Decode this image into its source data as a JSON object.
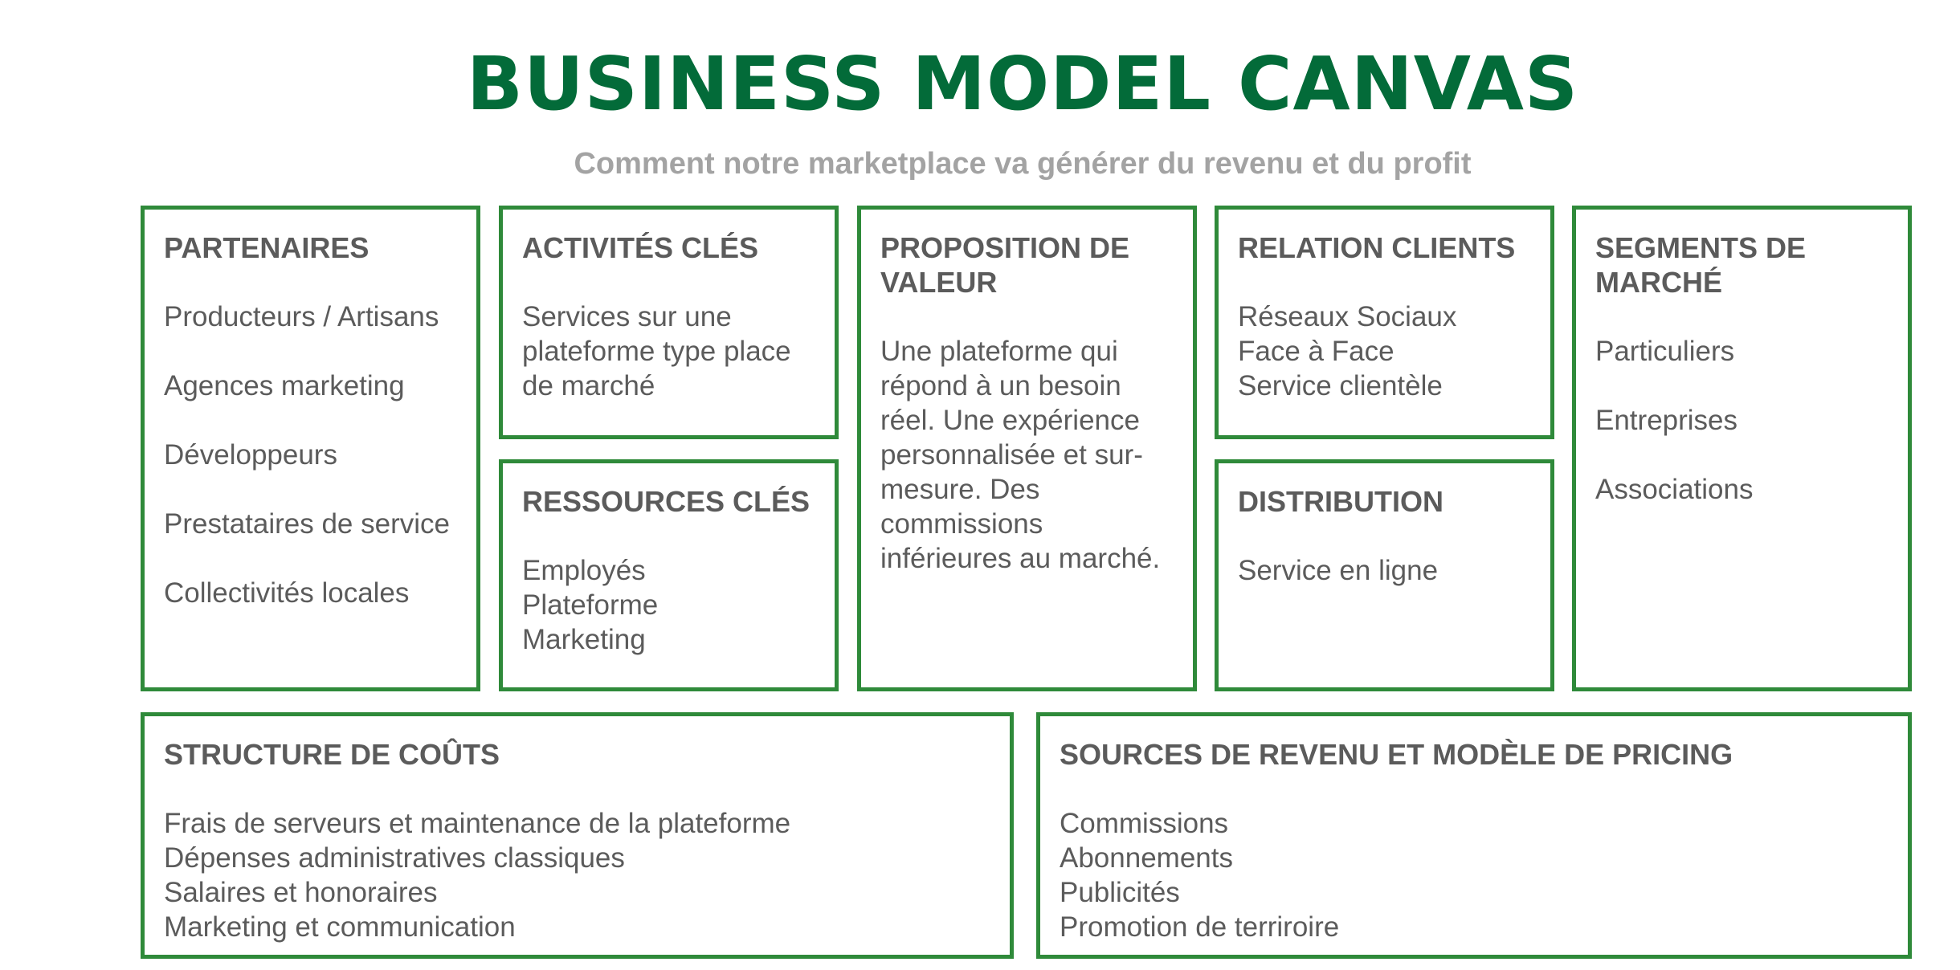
{
  "header": {
    "title": "BUSINESS MODEL CANVAS",
    "subtitle": "Comment notre marketplace va générer du revenu et du profit"
  },
  "colors": {
    "title_green": "#036b39",
    "border_green": "#2f8a3a",
    "text_gray": "#5b5b5b",
    "subtitle_gray": "#a3a3a3"
  },
  "canvas": {
    "partners": {
      "title": "PARTENAIRES",
      "items": [
        "Producteurs / Artisans",
        "Agences marketing",
        "Développeurs",
        "Prestataires de service",
        "Collectivités locales"
      ]
    },
    "activities": {
      "title": "ACTIVITÉS CLÉS",
      "items": [
        "Services sur une plateforme type place de marché"
      ]
    },
    "resources": {
      "title": "RESSOURCES CLÉS",
      "items": [
        "Employés",
        "Plateforme",
        "Marketing"
      ]
    },
    "value": {
      "title": "PROPOSITION DE VALEUR",
      "text": "Une plateforme qui répond à un besoin réel. Une expérience personnalisée et sur-mesure. Des commissions inférieures au marché."
    },
    "relations": {
      "title": "RELATION CLIENTS",
      "items": [
        "Réseaux Sociaux",
        "Face à Face",
        "Service clientèle"
      ]
    },
    "distribution": {
      "title": "DISTRIBUTION",
      "items": [
        "Service en ligne"
      ]
    },
    "segments": {
      "title": "SEGMENTS DE MARCHÉ",
      "items": [
        "Particuliers",
        "Entreprises",
        "Associations"
      ]
    },
    "costs": {
      "title": "STRUCTURE DE COÛTS",
      "items": [
        "Frais de serveurs et maintenance de la plateforme",
        "Dépenses administratives classiques",
        "Salaires et honoraires",
        "Marketing et communication"
      ]
    },
    "revenue": {
      "title": "SOURCES DE REVENU ET MODÈLE DE PRICING",
      "items": [
        "Commissions",
        "Abonnements",
        "Publicités",
        "Promotion de terriroire"
      ]
    }
  }
}
